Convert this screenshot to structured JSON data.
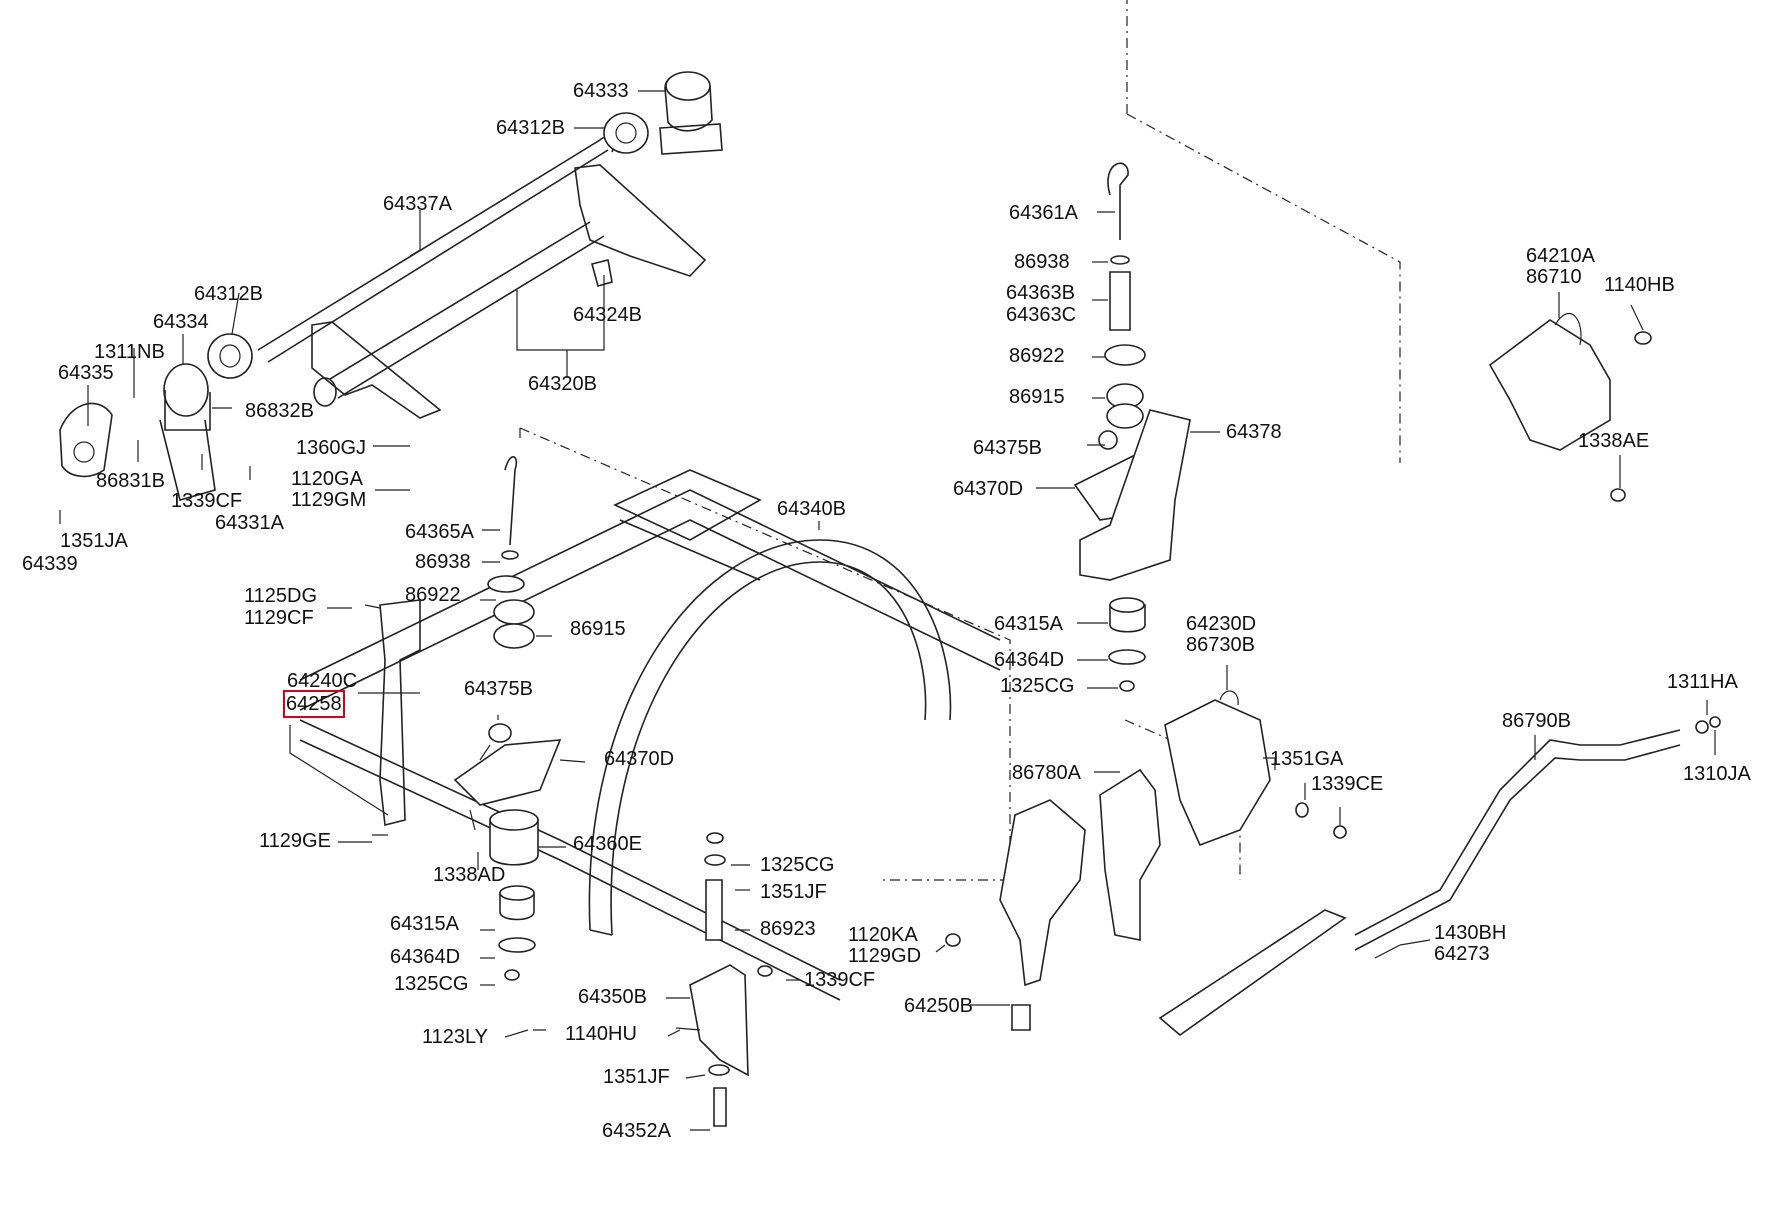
{
  "highlight_color": "#d0021b",
  "labels": {
    "p64333": "64333",
    "p64312B_top": "64312B",
    "p64337A": "64337A",
    "p64312B_mid": "64312B",
    "p64334": "64334",
    "p1311NB": "1311NB",
    "p64335": "64335",
    "p86832B": "86832B",
    "p86831B": "86831B",
    "p1339CF_left": "1339CF",
    "p64331A": "64331A",
    "p1351JA": "1351JA",
    "p64339": "64339",
    "p64324B": "64324B",
    "p64320B": "64320B",
    "p1360GJ": "1360GJ",
    "p1120GA": "1120GA",
    "p1129GM": "1129GM",
    "p64365A": "64365A",
    "p86938_left": "86938",
    "p1125DG": "1125DG",
    "p1129CF": "1129CF",
    "p86922_left": "86922",
    "p86915_left": "86915",
    "p64340B": "64340B",
    "p64240C": "64240C",
    "p64258": "64258",
    "p64375B_left": "64375B",
    "p64370D_left": "64370D",
    "p1129GE": "1129GE",
    "p1338AD": "1338AD",
    "p64360E": "64360E",
    "p1325CG_mid": "1325CG",
    "p1351JF_mid": "1351JF",
    "p86923": "86923",
    "p64315A_left": "64315A",
    "p64364D_left": "64364D",
    "p1325CG_left": "1325CG",
    "p1339CF_mid": "1339CF",
    "p64350B": "64350B",
    "p1123LY": "1123LY",
    "p1140HU": "1140HU",
    "p1351JF_low": "1351JF",
    "p64352A": "64352A",
    "p64361A": "64361A",
    "p86938_right": "86938",
    "p64363B": "64363B",
    "p64363C": "64363C",
    "p86922_right": "86922",
    "p86915_right": "86915",
    "p64375B_right": "64375B",
    "p64378": "64378",
    "p64370D_right": "64370D",
    "p64315A_right": "64315A",
    "p64364D_right": "64364D",
    "p1325CG_right": "1325CG",
    "p64210A": "64210A",
    "p86710": "86710",
    "p1140HB": "1140HB",
    "p1338AE": "1338AE",
    "p64230D": "64230D",
    "p86730B": "86730B",
    "p1351GA": "1351GA",
    "p1339CE": "1339CE",
    "p86780A": "86780A",
    "p1120KA": "1120KA",
    "p1129GD": "1129GD",
    "p64250B": "64250B",
    "p86790B": "86790B",
    "p1311HA": "1311HA",
    "p1310JA": "1310JA",
    "p1430BH": "1430BH",
    "p64273": "64273"
  }
}
